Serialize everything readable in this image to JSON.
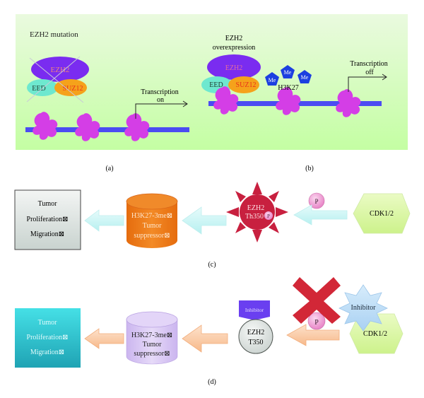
{
  "panel_a": {
    "title": "EZH2 mutation",
    "complex": {
      "ezh2": "EZH2",
      "eed": "EED",
      "suz12": "SUZ12"
    },
    "transcription_line1": "Transcription",
    "transcription_line2": "on",
    "label": "(a)"
  },
  "panel_b": {
    "title_line1": "EZH2",
    "title_line2": "overexpression",
    "complex": {
      "ezh2": "EZH2",
      "eed": "EED",
      "suz12": "SUZ12"
    },
    "methyl_groups": [
      "Me",
      "Me",
      "Me"
    ],
    "histone_mark": "H3K27",
    "transcription_line1": "Transcription",
    "transcription_line2": "off",
    "label": "(b)"
  },
  "panel_c": {
    "outcome_lines": [
      "Tumor",
      "Proliferation⊠",
      "Migration⊠"
    ],
    "cylinder_lines": [
      "H3K27-3me⊠",
      "Tumor",
      "suppressor⊠"
    ],
    "ezh2_lines": [
      "EZH2",
      "Th350"
    ],
    "phospho_badge": "P",
    "phospho_group": "P",
    "kinase": "CDK1/2",
    "label": "(c)"
  },
  "panel_d": {
    "outcome_lines": [
      "Tumor",
      "Proliferation⊠",
      "Migration⊠"
    ],
    "cylinder_lines": [
      "H3K27-3me⊠",
      "Tumor",
      "suppressor⊠"
    ],
    "ezh2_inhibitor": "Inhibitor",
    "ezh2_lines": [
      "EZH2",
      "T350"
    ],
    "phospho_group": "P",
    "cdk_inhibitor": "Inhibitor",
    "kinase": "CDK1/2",
    "label": "(d)"
  },
  "colors": {
    "panel_bg_top": "#e6f9da",
    "panel_bg_bottom": "#c6ffa6",
    "ezh2": "#7a2cf0",
    "eed": "#6ee8cf",
    "suz12": "#f5a21b",
    "dna": "#4b4cf2",
    "nucleosome": "#d43ee6",
    "methyl": "#1c3fe0",
    "orange_cylinder": "#ee7d1c",
    "lavender_cylinder": "#d9c6f5",
    "ezh2_star": "#c8203f",
    "cdk": "#d9f5a0",
    "teal_box": "#2bc8d2",
    "red_x": "#d01b2c"
  }
}
